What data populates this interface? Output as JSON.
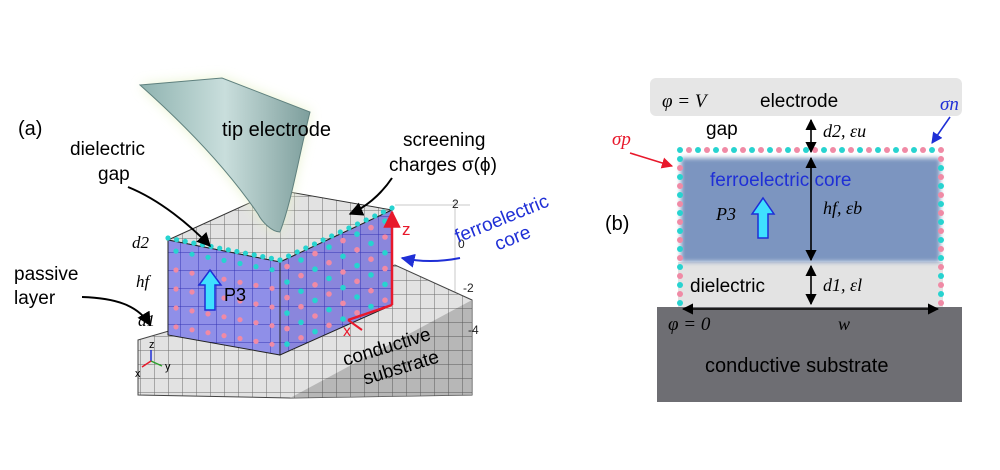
{
  "panel_a": {
    "label": "(a)",
    "tip_electrode": "tip electrode",
    "dielectric_gap": [
      "dielectric",
      "gap"
    ],
    "screening": [
      "screening",
      "charges σ(ϕ)"
    ],
    "ferroelectric": [
      "ferroelectric",
      "core"
    ],
    "passive": [
      "passive",
      "layer"
    ],
    "substrate": [
      "conductive",
      "substrate"
    ],
    "d2": "d2",
    "hf": "hf",
    "d1": "d1",
    "P3": "P3",
    "z_axis": "z",
    "x_axis": "x",
    "ticks": [
      "2",
      "0",
      "-2",
      "-4"
    ],
    "triad": {
      "x": "x",
      "y": "y",
      "z": "z"
    }
  },
  "panel_b": {
    "label": "(b)",
    "top_potential": "φ = V",
    "electrode": "electrode",
    "gap": "gap",
    "d2_eps": "d2, εu",
    "sigma_n": "σn",
    "sigma_p": "σp",
    "core": "ferroelectric core",
    "P3": "P3",
    "hf_eps": "hf, εb",
    "dielectric": "dielectric",
    "d1_eps": "d1, εl",
    "bottom_potential": "φ = 0",
    "w": "w",
    "substrate": "conductive substrate"
  },
  "colors": {
    "core": "#7b95c0",
    "electrode": "#e6e6e6",
    "substrate": "#6e6e73",
    "dielectric": "#e6e6e6",
    "cyan_dot": "#27d3d0",
    "pink_dot": "#f08aa5",
    "label_blue": "#1f2fd6",
    "label_red": "#e8182b"
  }
}
